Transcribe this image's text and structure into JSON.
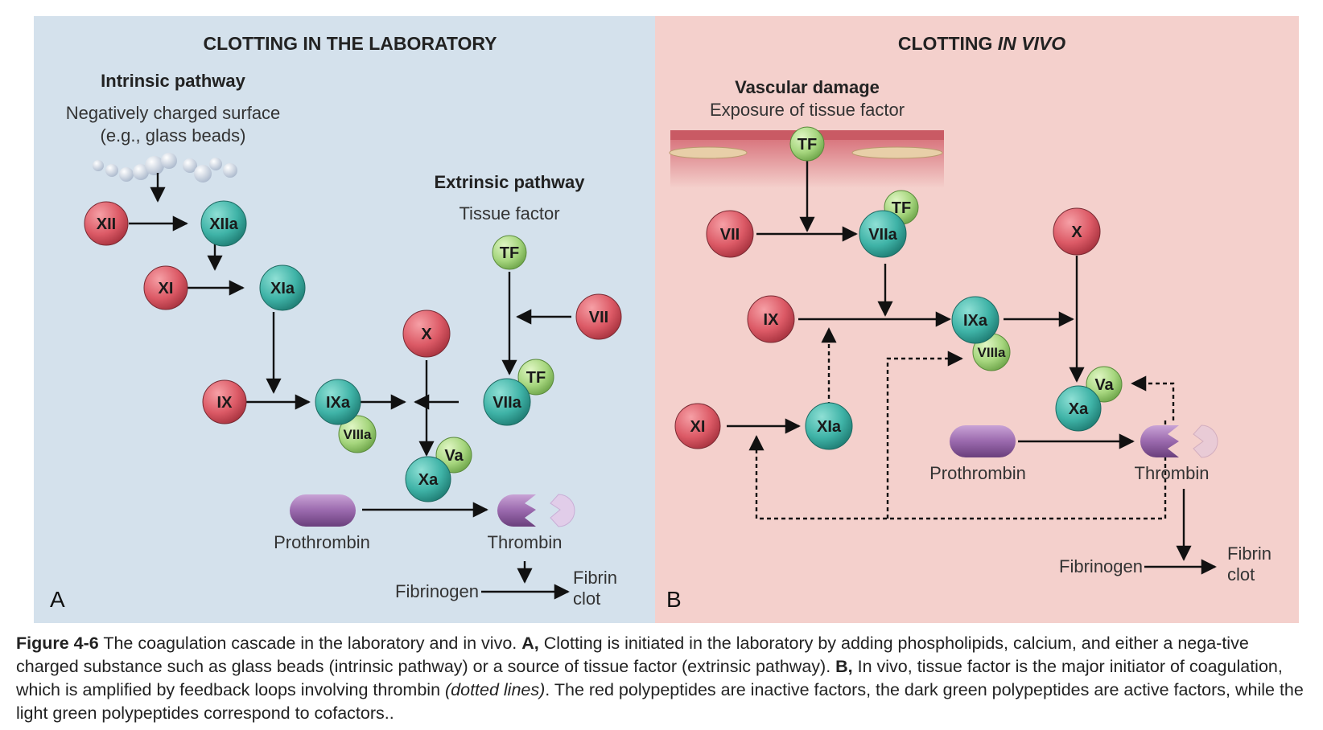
{
  "panel_a": {
    "heading": "CLOTTING IN THE LABORATORY",
    "intrinsic_title": "Intrinsic pathway",
    "surface_line1": "Negatively charged surface",
    "surface_line2": "(e.g., glass beads)",
    "extrinsic_title": "Extrinsic pathway",
    "tissue_factor": "Tissue factor",
    "prothrombin": "Prothrombin",
    "thrombin": "Thrombin",
    "fibrinogen": "Fibrinogen",
    "fibrin_line1": "Fibrin",
    "fibrin_line2": "clot",
    "letter": "A",
    "factors": {
      "xii": "XII",
      "xiia": "XIIa",
      "xi": "XI",
      "xia": "XIa",
      "ix": "IX",
      "ixa": "IXa",
      "viiia": "VIIIa",
      "x": "X",
      "xa": "Xa",
      "va": "Va",
      "tf_top": "TF",
      "vii": "VII",
      "viia": "VIIa",
      "tf": "TF"
    }
  },
  "panel_b": {
    "heading_plain": "CLOTTING ",
    "heading_italic": "IN VIVO",
    "vascular_damage": "Vascular damage",
    "exposure": "Exposure of tissue factor",
    "prothrombin": "Prothrombin",
    "thrombin": "Thrombin",
    "fibrinogen": "Fibrinogen",
    "fibrin_line1": "Fibrin",
    "fibrin_line2": "clot",
    "letter": "B",
    "factors": {
      "tf_vessel": "TF",
      "vii": "VII",
      "viia": "VIIa",
      "tf": "TF",
      "x": "X",
      "ix": "IX",
      "ixa": "IXa",
      "viiia": "VIIIa",
      "xi": "XI",
      "xia": "XIa",
      "va": "Va",
      "xa": "Xa"
    }
  },
  "caption": {
    "figure_label": "Figure 4-6",
    "text_1": " The coagulation cascade in the laboratory and in vivo. ",
    "label_a": "A,",
    "text_2": " Clotting is initiated in the laboratory by adding phospholipids, calcium, and either a nega-tive charged substance such as glass beads (intrinsic pathway) or a source of tissue factor (extrinsic pathway). ",
    "label_b": "B,",
    "text_3": " In vivo, tissue factor is the major initiator of coagulation, which is amplified by feedback loops involving thrombin ",
    "text_italic": "(dotted lines)",
    "text_4": ". The red polypeptides are inactive factors, the dark green polypeptides are active factors, while the light green polypeptides correspond to cofactors.."
  },
  "colors": {
    "panel_a_bg": "#d4e1ec",
    "panel_b_bg": "#f4d0cc",
    "inactive_factor": "#dc5a66",
    "active_factor": "#3fb3a7",
    "cofactor": "#a6d67e",
    "prothrombin": "#9a69ad"
  }
}
